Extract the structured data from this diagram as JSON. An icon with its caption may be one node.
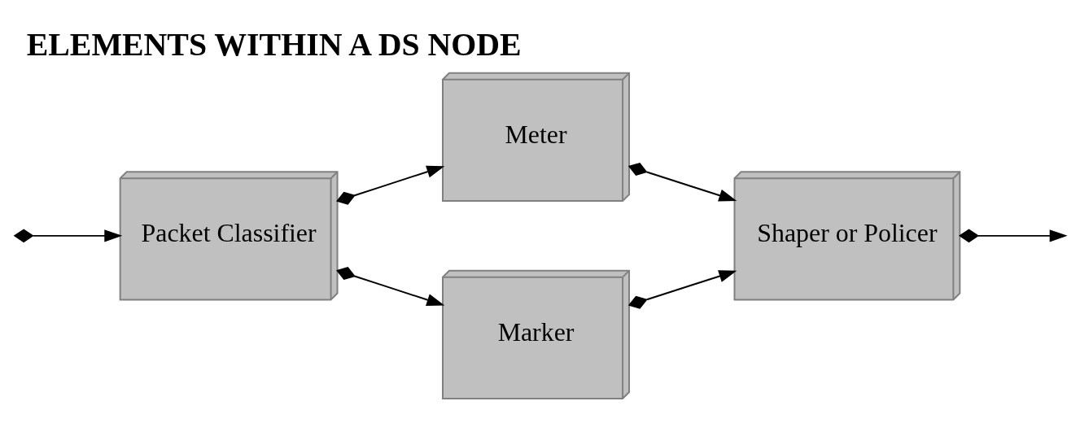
{
  "diagram": {
    "title": "ELEMENTS WITHIN A DS NODE",
    "nodes": [
      {
        "text": [
          "Meter"
        ]
      },
      {
        "text": [
          "Packet Classifier"
        ]
      },
      {
        "text": [
          "Marker"
        ]
      },
      {
        "text": [
          "Shaper or Policer"
        ]
      }
    ],
    "edges": [
      {
        "from": null,
        "to": 1,
        "arrow": "to"
      },
      {
        "from": 1,
        "to": 0,
        "arrow": "to"
      },
      {
        "from": 0,
        "to": 3,
        "arrow": "to"
      },
      {
        "from": 1,
        "to": 2,
        "arrow": "to"
      },
      {
        "from": 2,
        "to": 3,
        "arrow": "to"
      },
      {
        "from": 3,
        "to": null,
        "arrow": "to"
      }
    ]
  }
}
